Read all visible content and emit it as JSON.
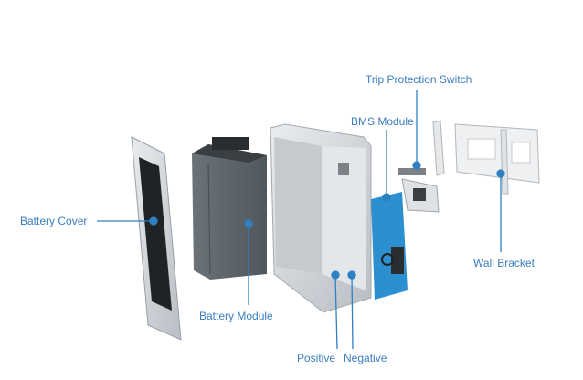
{
  "labels": {
    "battery_cover": "Battery Cover",
    "battery_module": "Battery Module",
    "positive": "Positive",
    "negative": "Negative",
    "bms_module": "BMS Module",
    "trip_protection_switch": "Trip Protection Switch",
    "wall_bracket": "Wall Bracket"
  },
  "colors": {
    "callout": "#2f80c2",
    "label_text": "#3a7dc0",
    "bms_board": "#2b8fd0"
  }
}
